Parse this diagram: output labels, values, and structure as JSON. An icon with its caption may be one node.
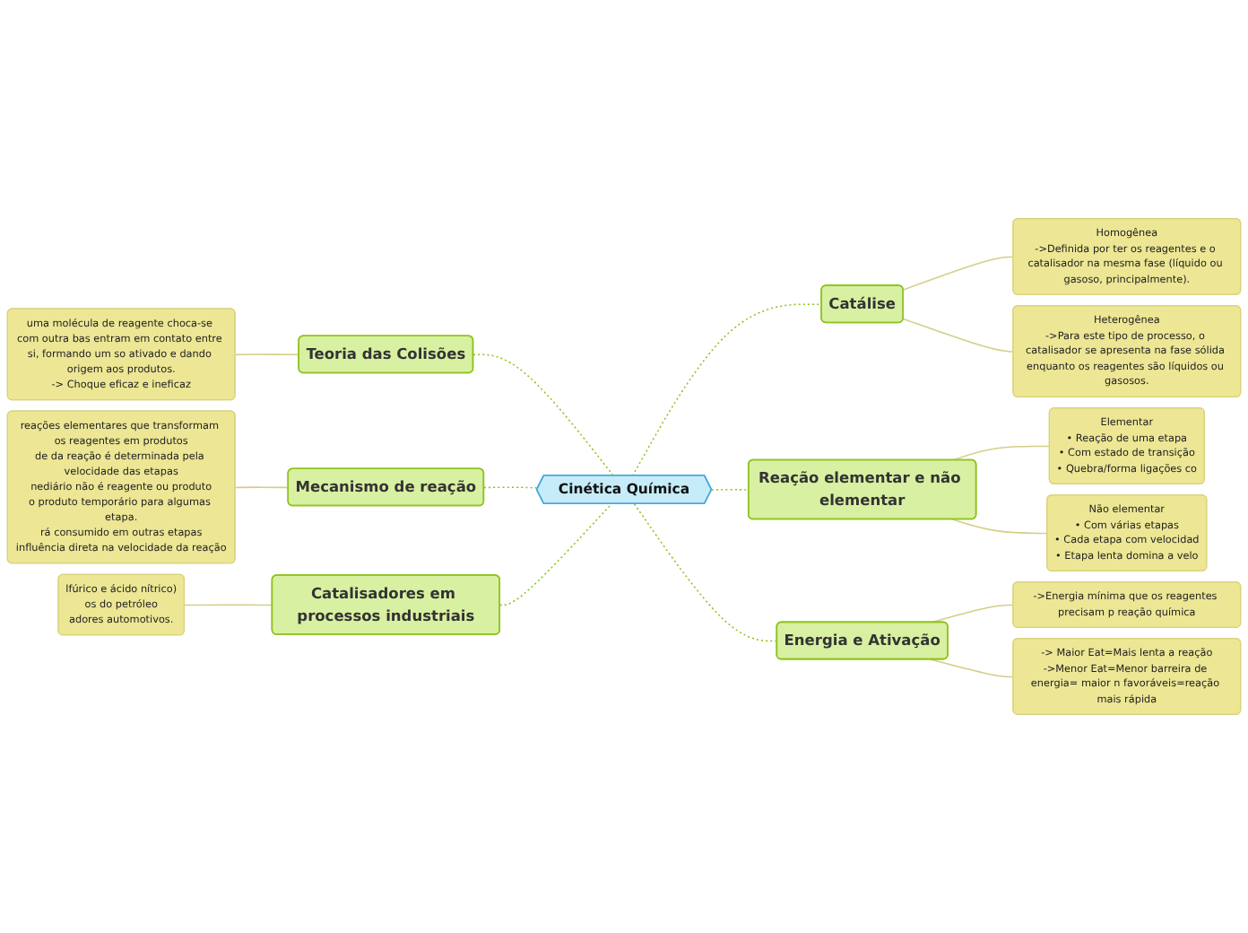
{
  "diagram": {
    "nodes": [
      {
        "text": [
          "Cinética Química"
        ]
      },
      {
        "text": [
          "Teoria das Colisões"
        ]
      },
      {
        "text": [
          "uma molécula de reagente choca-se com outra bas entram em contato entre si, formando um so ativado e dando origem aos produtos.",
          "-> Choque eficaz e ineficaz"
        ]
      },
      {
        "text": [
          "Mecanismo de reação"
        ]
      },
      {
        "text": [
          "reações elementares que transformam os reagentes em produtos",
          "de da reação é determinada pela velocidade das etapas",
          "nediário não é reagente ou produto",
          "o produto temporário para algumas etapa.",
          "rá consumido em outras etapas",
          "influência direta na velocidade da reação"
        ]
      },
      {
        "text": [
          "Catalisadores em processos industriais"
        ]
      },
      {
        "text": [
          "lfúrico e ácido nítrico)",
          "os do petróleo",
          "adores automotivos."
        ]
      },
      {
        "text": [
          "Catálise"
        ]
      },
      {
        "text": [
          "Homogênea",
          "->Definida por ter os reagentes e o catalisador na mesma fase (líquido ou gasoso, principalmente)."
        ]
      },
      {
        "text": [
          "Heterogênea",
          "->Para este tipo de processo, o catalisador se apresenta na fase sólida enquanto os reagentes são líquidos ou gasosos."
        ]
      },
      {
        "text": [
          "Reação elementar e não elementar"
        ]
      },
      {
        "text": [
          "Elementar",
          "• Reação de uma etapa",
          "• Com estado de transição",
          "• Quebra/forma ligações co"
        ]
      },
      {
        "text": [
          "Não elementar",
          "• Com várias etapas",
          "• Cada etapa com velocidad",
          "• Etapa lenta domina a velo"
        ]
      },
      {
        "text": [
          "Energia e Ativação"
        ]
      },
      {
        "text": [
          "->Energia mínima que os reagentes precisam p reação química"
        ]
      },
      {
        "text": [
          "-> Maior Eat=Mais lenta a reação",
          "->Menor Eat=Menor barreira de energia= maior n favoráveis=reação mais rápida"
        ]
      }
    ],
    "edges": [
      {
        "from": 1,
        "to": 0,
        "arrow": "none",
        "style": "dashed",
        "color": "#8fc31f"
      },
      {
        "from": 2,
        "to": 1,
        "arrow": "none"
      },
      {
        "from": 3,
        "to": 0,
        "arrow": "none",
        "style": "dashed",
        "color": "#8fc31f"
      },
      {
        "from": 4,
        "to": 3,
        "arrow": "none"
      },
      {
        "from": 5,
        "to": 0,
        "arrow": "none",
        "style": "dashed",
        "color": "#8fc31f"
      },
      {
        "from": 6,
        "to": 5,
        "arrow": "none"
      },
      {
        "from": 0,
        "to": 7,
        "arrow": "none",
        "style": "dashed",
        "color": "#8fc31f"
      },
      {
        "from": 7,
        "to": 8,
        "arrow": "none"
      },
      {
        "from": 7,
        "to": 9,
        "arrow": "none"
      },
      {
        "from": 0,
        "to": 10,
        "arrow": "none",
        "style": "dashed",
        "color": "#8fc31f"
      },
      {
        "from": 10,
        "to": 11,
        "arrow": "none"
      },
      {
        "from": 10,
        "to": 12,
        "arrow": "none"
      },
      {
        "from": 0,
        "to": 13,
        "arrow": "none",
        "style": "dashed",
        "color": "#8fc31f"
      },
      {
        "from": 13,
        "to": 14,
        "arrow": "none"
      },
      {
        "from": 13,
        "to": 15,
        "arrow": "none"
      }
    ]
  }
}
